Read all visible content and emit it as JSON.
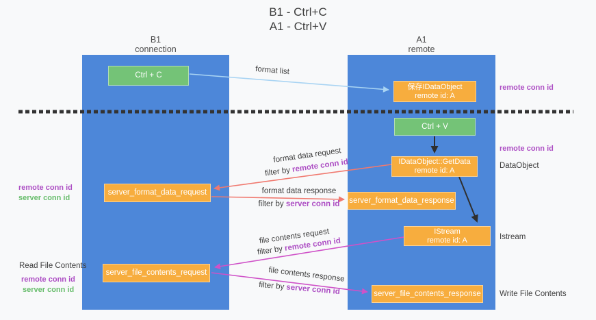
{
  "title": {
    "line1": "B1 - Ctrl+C",
    "line2": "A1 - Ctrl+V"
  },
  "columns": {
    "left": {
      "header_line1": "B1",
      "header_line2": "connection"
    },
    "right": {
      "header_line1": "A1",
      "header_line2": "remote"
    }
  },
  "boxes": {
    "ctrl_c": "Ctrl + C",
    "ctrl_v": "Ctrl + V",
    "save_idataobject": {
      "line1": "保存IDataObject",
      "line2": "remote id: A"
    },
    "getdata": {
      "line1": "IDataObject::GetData",
      "line2": "remote id: A"
    },
    "istream": {
      "line1": "IStream",
      "line2": "remote id: A"
    },
    "server_format_data_request": "server_format_data_request",
    "server_format_data_response": "server_format_data_response",
    "server_file_contents_request": "server_file_contents_request",
    "server_file_contents_response": "server_file_contents_response"
  },
  "side_labels": {
    "right_remote_conn_id_top": "remote conn id",
    "right_remote_conn_id_mid": "remote conn id",
    "dataobject": "DataObject",
    "istream": "Istream",
    "write_file_contents": "Write File Contents",
    "left_remote_conn_id_top": "remote conn id",
    "left_server_conn_id_top": "server conn id",
    "read_file_contents": "Read File Contents",
    "left_remote_conn_id_bottom": "remote conn id",
    "left_server_conn_id_bottom": "server conn id"
  },
  "flow_labels": {
    "format_list": "format list",
    "format_data_request": "format data request",
    "filter1": {
      "prefix": "filter by ",
      "id": "remote conn id"
    },
    "format_data_response": "format data response",
    "filter2": {
      "prefix": "filter by ",
      "id": "server conn id"
    },
    "file_contents_request": "file contents request",
    "filter3": {
      "prefix": "filter by ",
      "id": "remote conn id"
    },
    "file_contents_response": "file contents response",
    "filter4": {
      "prefix": "filter by ",
      "id": "server conn id"
    }
  },
  "colors": {
    "bg": "#f8f9fa",
    "column_blue": "#4d87d9",
    "box_green": "#74c377",
    "box_orange": "#f7ad3e",
    "arrow_blue": "#a9d4f3",
    "arrow_red": "#f0796f",
    "arrow_magenta": "#cf52c8",
    "arrow_black": "#2f2f2f",
    "label_purple": "#ad4fc4",
    "label_green": "#68bd6c",
    "text_dark": "#3e3e3e",
    "dashed": "#333333"
  }
}
